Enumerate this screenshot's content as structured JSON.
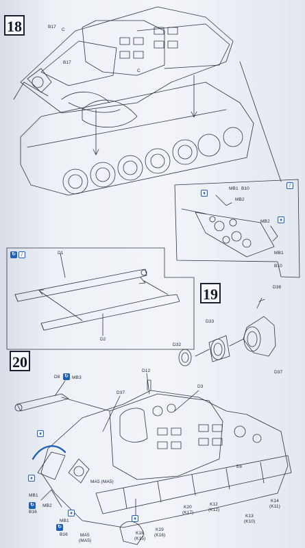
{
  "steps": {
    "s18": "18",
    "s19": "19",
    "s20": "20"
  },
  "labels": {
    "b17_top": "B17",
    "b17_mid": "B17",
    "c_top": "C",
    "c_small": "C",
    "d1": "D1",
    "d2": "D2",
    "d8_barrel": "D8",
    "d12": "D12",
    "d3": "D3",
    "d37_hull": "D37",
    "d38": "D38",
    "d33": "D33",
    "d32": "D32",
    "d37_mantlet": "D37",
    "mb1_inset": "MB1",
    "b10_inset": "B10",
    "mb2_inset_a": "MB2",
    "mb2_inset_b": "MB2",
    "mb1_inset_b": "MB1",
    "b10_inset_b": "B10",
    "mb3": "MB3",
    "ma5": "MA5 (MA5)",
    "mb1_left": "MB1",
    "b16_left": "B16",
    "mb2_left": "MB2",
    "mb1_bottom": "MB1",
    "b16_bottom": "B16",
    "ma5_bottom": "MA5",
    "ma5_bottom_paren": "(MA5)",
    "k20": "K20",
    "k17": "(K17)",
    "k12": "K12",
    "k12p": "(K12)",
    "k13": "K13",
    "k10": "(K10)",
    "k14": "K14",
    "k11": "(K11)",
    "k18": "K18",
    "k15": "(K15)",
    "k19": "K19",
    "k16": "(K16)",
    "e6": "E6"
  },
  "icons": {
    "glue": "glue-drop-icon",
    "tweezers": "tweezers-icon",
    "flip": "flip-arrow-icon"
  },
  "colors": {
    "ink": "#1a1f2d",
    "accent_blue": "#1d5fb8",
    "paper": "#f2f4f8"
  }
}
